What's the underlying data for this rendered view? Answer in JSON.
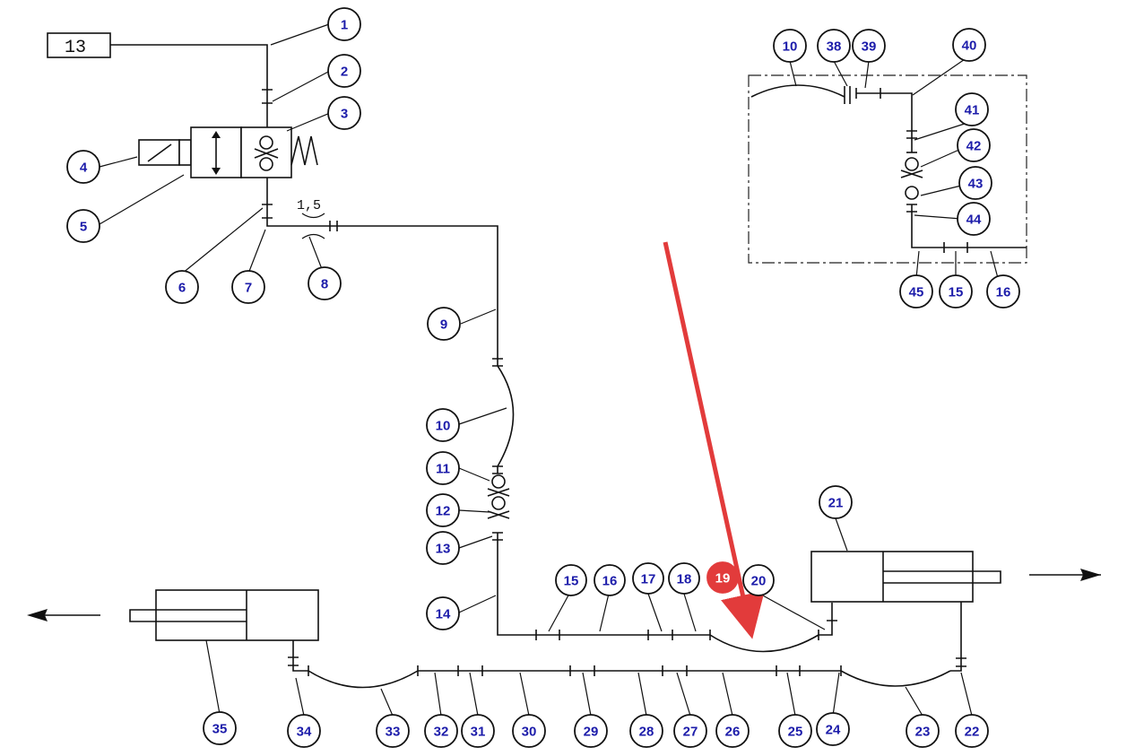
{
  "accent_color": "#e23b3b",
  "label_color": "#1c1caa",
  "box_label": "13",
  "orifice_label": "1,5",
  "highlighted_item": "19",
  "callouts": {
    "c1": "1",
    "c2": "2",
    "c3": "3",
    "c4": "4",
    "c5": "5",
    "c6": "6",
    "c7": "7",
    "c8": "8",
    "c9": "9",
    "c10": "10",
    "c11": "11",
    "c12": "12",
    "c13": "13",
    "c14": "14",
    "c15": "15",
    "c16": "16",
    "c17": "17",
    "c18": "18",
    "c19": "19",
    "c20": "20",
    "c21": "21",
    "c22": "22",
    "c23": "23",
    "c24": "24",
    "c25": "25",
    "c26": "26",
    "c27": "27",
    "c28": "28",
    "c29": "29",
    "c30": "30",
    "c31": "31",
    "c32": "32",
    "c33": "33",
    "c34": "34",
    "c35": "35",
    "i10": "10",
    "i38": "38",
    "i39": "39",
    "i40": "40",
    "i41": "41",
    "i42": "42",
    "i43": "43",
    "i44": "44",
    "i45": "45",
    "i15": "15",
    "i16": "16"
  }
}
